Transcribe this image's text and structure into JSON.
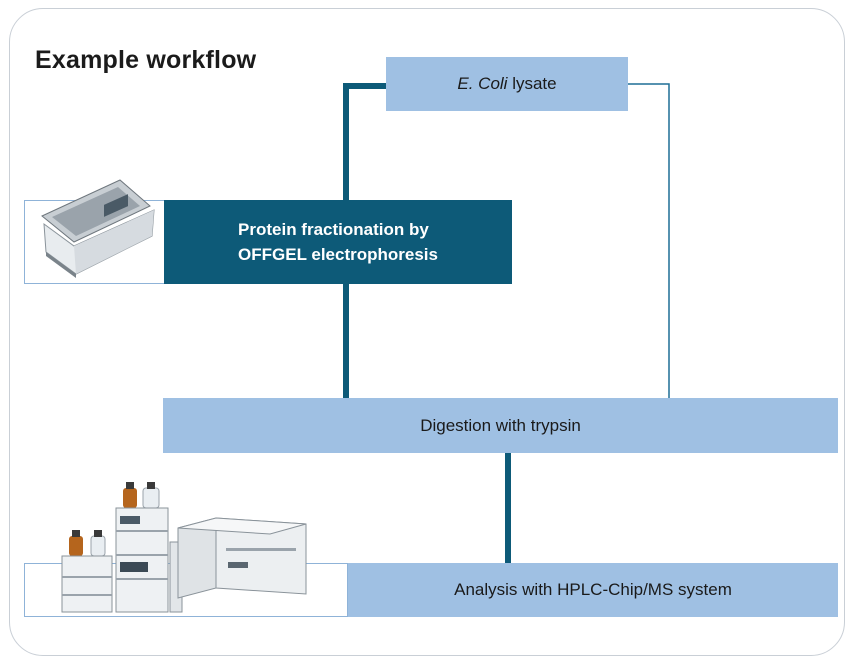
{
  "title": "Example workflow",
  "steps": {
    "lysate": {
      "italic": "E. Coli",
      "rest": " lysate"
    },
    "fractionation": {
      "line1": "Protein fractionation by",
      "line2": "OFFGEL electrophoresis"
    },
    "digestion": "Digestion with trypsin",
    "analysis": "Analysis with HPLC-Chip/MS system"
  },
  "colors": {
    "light_box": "#9fc0e3",
    "dark_box": "#0d5a78",
    "thin_line": "#1f6f95"
  },
  "icons": {
    "offgel_instrument": "offgel-fractionator-icon",
    "hplc_system": "hplc-chip-ms-system-icon"
  }
}
